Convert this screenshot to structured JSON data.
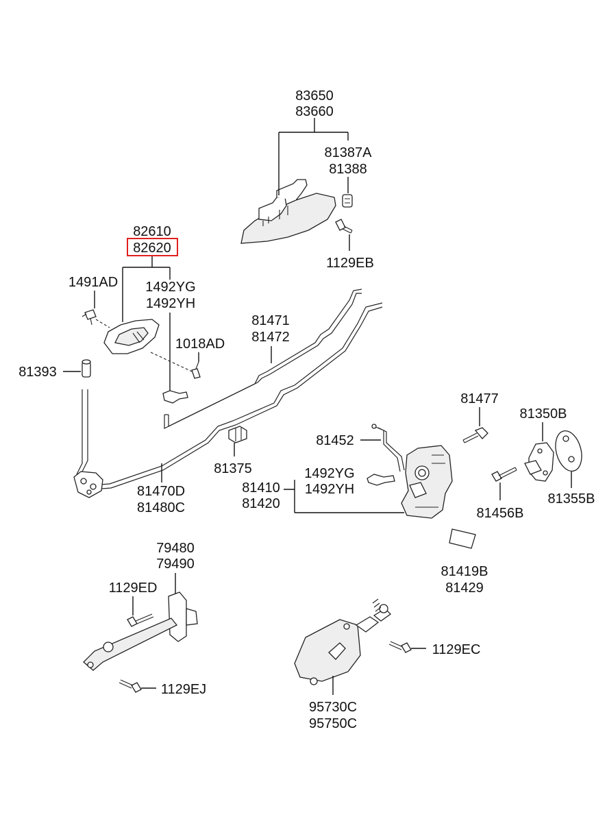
{
  "highlight_color": "#e0201c",
  "labels": {
    "l_83650": "83650",
    "l_83660": "83660",
    "l_81387A": "81387A",
    "l_81388": "81388",
    "l_1129EB": "1129EB",
    "l_82610": "82610",
    "l_82620": "82620",
    "l_1491AD": "1491AD",
    "l_1492YG_a": "1492YG",
    "l_1492YH_a": "1492YH",
    "l_1018AD": "1018AD",
    "l_81471": "81471",
    "l_81472": "81472",
    "l_81393": "81393",
    "l_81477": "81477",
    "l_81350B": "81350B",
    "l_81452": "81452",
    "l_81375": "81375",
    "l_1492YG_b": "1492YG",
    "l_1492YH_b": "1492YH",
    "l_81410": "81410",
    "l_81420": "81420",
    "l_81456B": "81456B",
    "l_81355B": "81355B",
    "l_81470D": "81470D",
    "l_81480C": "81480C",
    "l_81419B": "81419B",
    "l_81429": "81429",
    "l_79480": "79480",
    "l_79490": "79490",
    "l_1129ED": "1129ED",
    "l_1129EC": "1129EC",
    "l_1129EJ": "1129EJ",
    "l_95730C": "95730C",
    "l_95750C": "95750C"
  }
}
